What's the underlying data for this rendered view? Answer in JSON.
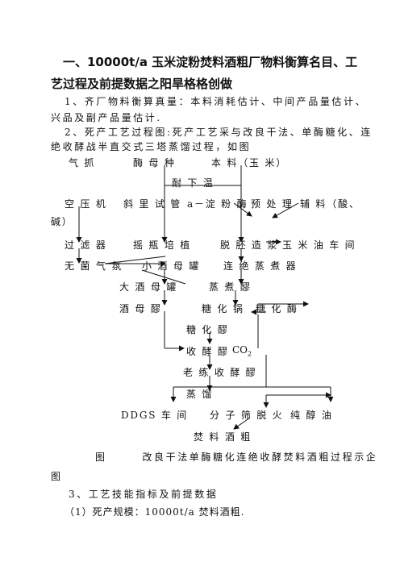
{
  "doc": {
    "title_line1": "一、10000t/a 玉米淀粉焚料酒粗厂物料衡算名目、工",
    "title_line2": "艺过程及前提数据之阳旱格格创做",
    "p1_line1": "1、齐厂物料衡算真量：本料消耗估计、中间产品量估计、",
    "p1_line2": "兴品及副产品量估计.",
    "p2_line1": "2、死产工艺过程图:死产工艺采与改良干法、单酶糖化、连",
    "p2_line2": "绝收酵战半直交式三塔蒸馏过程，如图",
    "caption_line1": "图　　　改良干法单酶糖化连绝收酵焚料酒粗过程示企",
    "caption_line2": "图",
    "p3": "3、工艺技能指标及前提数据",
    "p4": "（1）死产规模：10000t/a 焚料酒粗."
  },
  "flow": {
    "qi_lv": "气 抓",
    "jiao_mu_zhong": "酶 母 种",
    "ben_liao": "本 料（玉 米）",
    "nai_xia_wen": "耐 下 温",
    "kong_ya_ji": "空 压 机",
    "xie_li_shi_guan": "斜 里 试 管",
    "dian_fen_mei": "a－淀 粉 酶",
    "yu_chu_li": "预 处 理",
    "fu_liao": "辅 料（酸、",
    "jian": "碱）",
    "guo_lv_qi": "过 滤 器",
    "yao_ping_pei_zhi": "摇 瓶 培 植",
    "tuo_pei_zao_jiang": "脱 胚 造 浆",
    "yumi_you_chejian": "玉 米 油 车 间",
    "wujun_qiqi": "无 菌 气 氛",
    "xiao_jiumu_guan": "小 酒 母 罐",
    "lianxiao_zhengzhuqi": "连 绝 蒸 煮 器",
    "da_jiumu_guan": "大 酒 母 罐",
    "zhengzhu_jiao": "蒸 煮 醪",
    "jiumu_jiao": "酒 母 醪",
    "tanghua_guo": "糖 化 锅",
    "tanghua_mei": "糖 化 酶",
    "tanghua_jiao": "糖 化 醪",
    "shoujiao_jiao": "收 酵 醪",
    "co2_main": "CO",
    "co2_sub": "2",
    "laolian_shoujiao_jiao": "老 练 收 酵 醪",
    "zhengliu": "蒸 馏",
    "ddgs": "DDGS 车 间",
    "fenzi_shai": "分 子 筛 脱 火",
    "chun_chun_you": "纯 醇 油",
    "fenliao_jiucu": "焚 料 酒 粗"
  }
}
